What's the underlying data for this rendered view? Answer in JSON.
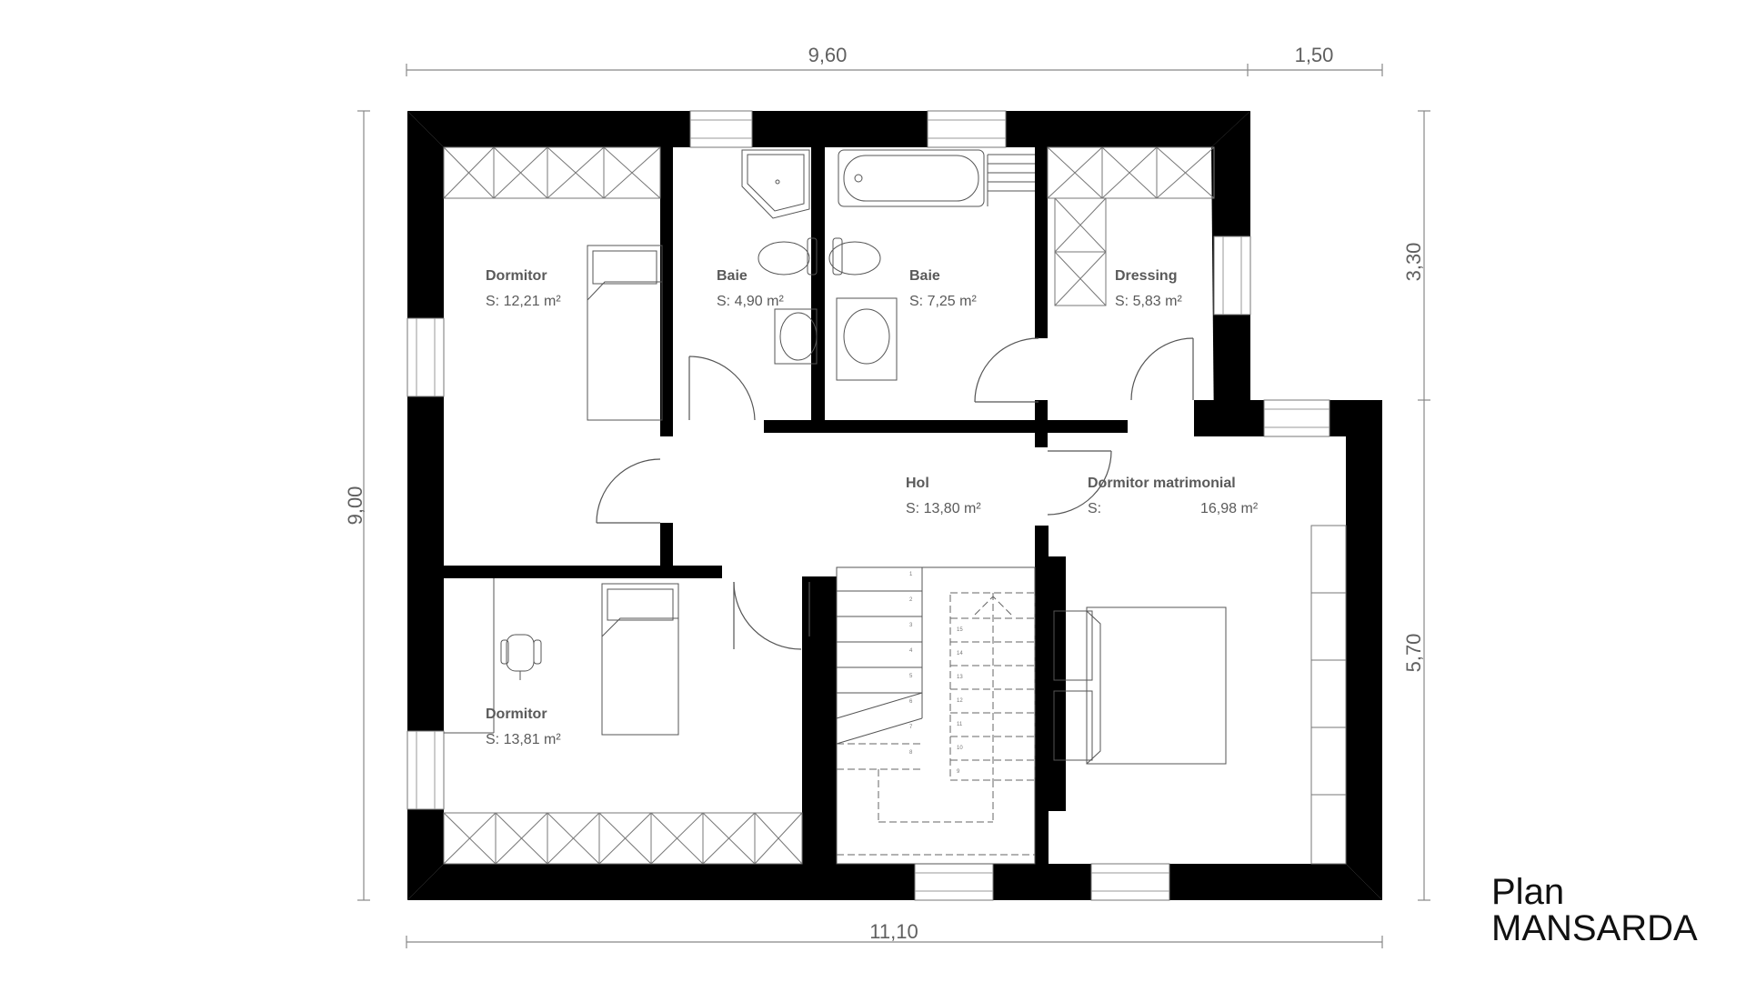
{
  "title": {
    "line1": "Plan",
    "line2": "MANSARDA"
  },
  "dimensions": {
    "top_main": "9,60",
    "top_side": "1,50",
    "left_total": "9,00",
    "right_upper": "3,30",
    "right_lower": "5,70",
    "bottom_total": "11,10"
  },
  "rooms": {
    "dormitor_1": {
      "name": "Dormitor",
      "area": "S: 12,21 m²"
    },
    "baie_1": {
      "name": "Baie",
      "area": "S: 4,90 m²"
    },
    "baie_2": {
      "name": "Baie",
      "area": "S: 7,25 m²"
    },
    "dressing": {
      "name": "Dressing",
      "area": "S: 5,83 m²"
    },
    "hol": {
      "name": "Hol",
      "area": "S: 13,80 m²"
    },
    "dormitor_matrimonial": {
      "name": "Dormitor matrimonial",
      "area_prefix": "S:",
      "area_value": "16,98 m²"
    },
    "dormitor_2": {
      "name": "Dormitor",
      "area": "S:  13,81 m²"
    }
  },
  "stairs": {
    "left_flight": [
      "1",
      "2",
      "3",
      "4",
      "5",
      "6",
      "7",
      "8"
    ],
    "right_flight": [
      "9",
      "10",
      "11",
      "12",
      "13",
      "14",
      "15"
    ]
  }
}
